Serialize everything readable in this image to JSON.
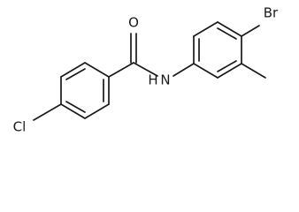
{
  "atoms": {
    "oxygen": "O",
    "nitrogen": "N",
    "hydrogen": "H",
    "chlorine": "Cl",
    "bromine": "Br"
  }
}
